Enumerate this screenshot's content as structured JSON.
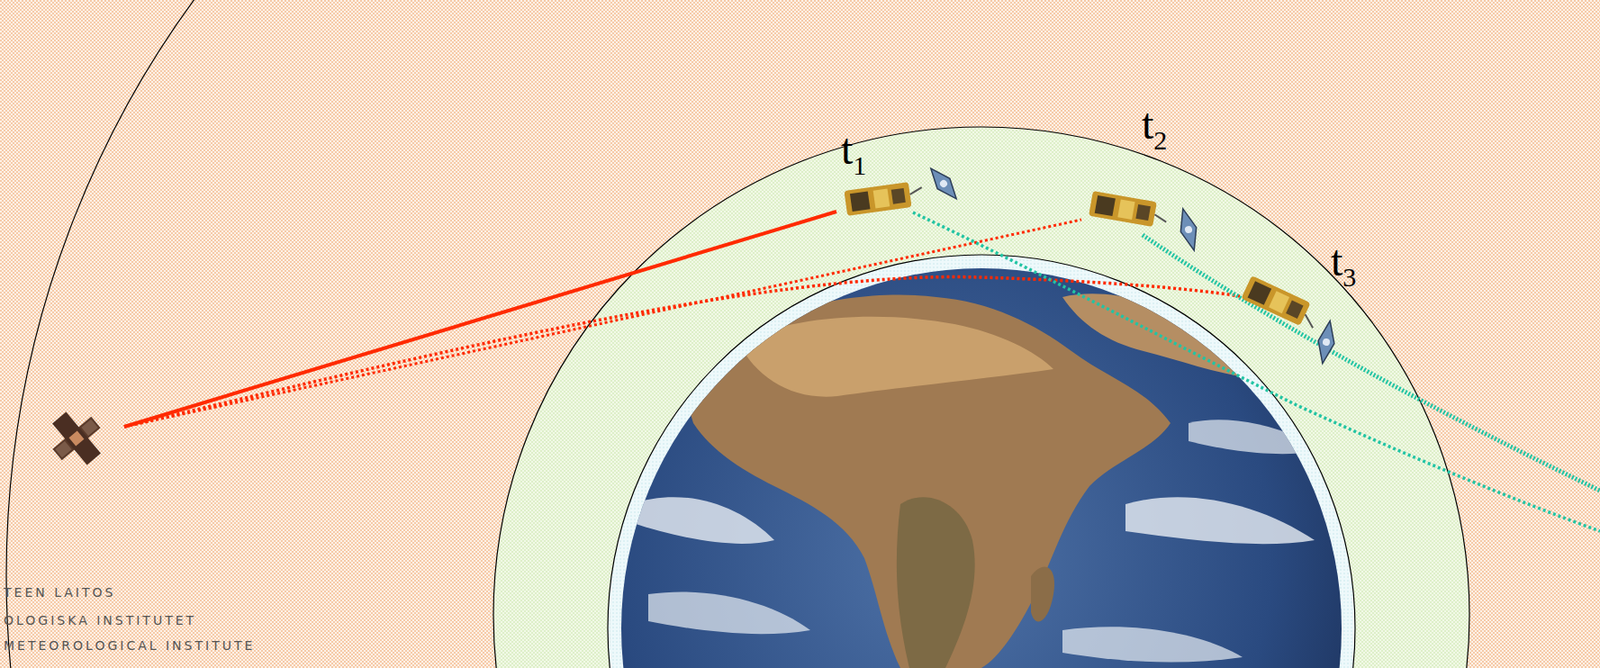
{
  "diagram": {
    "labels": [
      "t1",
      "t2",
      "t3",
      "TEEN LAITOS",
      "OLOGISKA INSTITUTET",
      "METEOROLOGICAL INSTITUTE"
    ]
  }
}
